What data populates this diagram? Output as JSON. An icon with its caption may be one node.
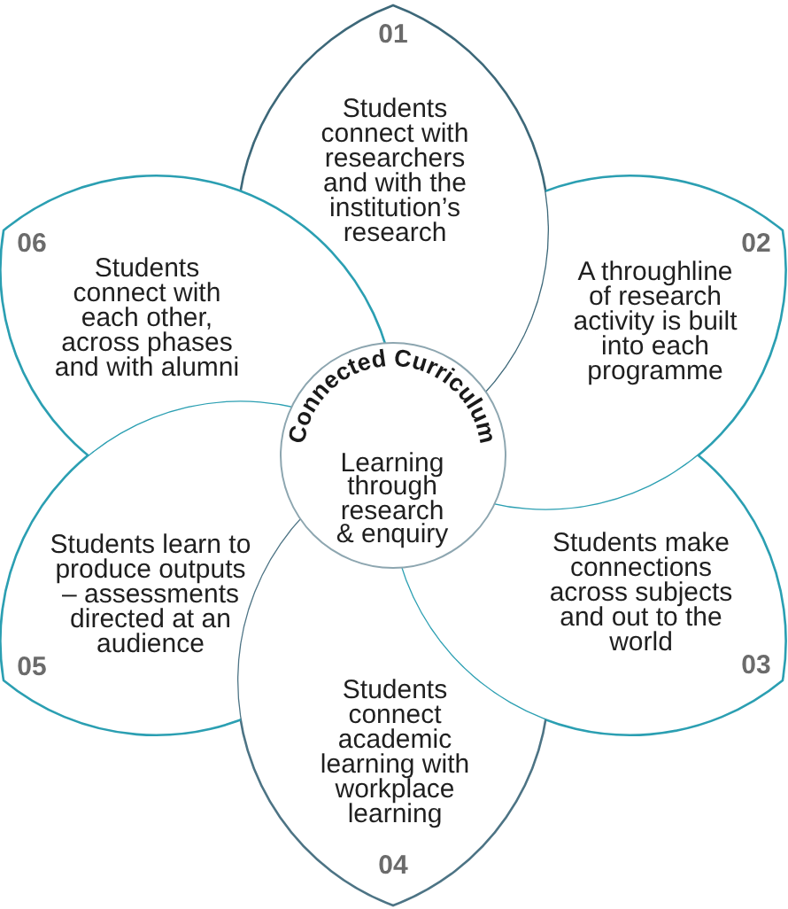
{
  "diagram": {
    "nodes": [
      {
        "text": [
          "Connected Curriculum",
          "Learning through research & enquiry"
        ]
      },
      {
        "text": [
          "01",
          "Students connect with researchers and with the institution’s research"
        ]
      },
      {
        "text": [
          "02",
          "A throughline of research activity is built into each programme"
        ]
      },
      {
        "text": [
          "Students make connections across subjects and out to the world",
          "03"
        ]
      },
      {
        "text": [
          "Students connect academic learning with workplace learning",
          "04"
        ]
      },
      {
        "text": [
          "Students learn to produce outputs – assessments directed at an audience",
          "05"
        ]
      },
      {
        "text": [
          "06",
          "Students connect with each other, across phases and with alumni"
        ]
      }
    ]
  }
}
